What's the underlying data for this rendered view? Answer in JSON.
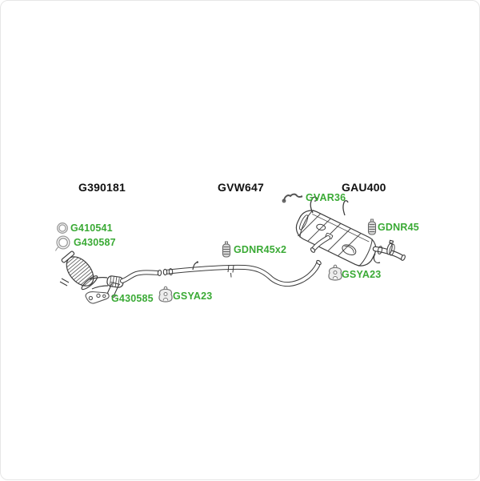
{
  "diagram": {
    "type": "exhaust-system-parts-diagram",
    "sections": {
      "front": {
        "heading": "G390181",
        "parts": {
          "gasket_small": "G410541",
          "gasket_large": "G430587",
          "flange_gasket": "G430585"
        }
      },
      "middle": {
        "heading": "GVW647",
        "parts": {
          "hanger": "GSYA23",
          "clamp": "GDNR45x2"
        }
      },
      "rear": {
        "heading": "GAU400",
        "parts": {
          "strap": "GVAR36",
          "clamp": "GDNR45",
          "hanger": "GSYA23"
        }
      }
    },
    "icons": {
      "gasket_small": "ring-gasket-icon",
      "gasket_large": "open-ring-gasket-icon",
      "flange_gasket": "flange-gasket-drawing",
      "hanger": "rubber-hanger-icon",
      "clamp": "pipe-clamp-icon",
      "strap": "hanger-hook-icon"
    },
    "colors": {
      "background": "#ffffff",
      "part_link_green": "#3aaa35",
      "heading_text": "#111111",
      "line_art": "#3d3d3d",
      "icon_gray": "#8a8a8a"
    }
  }
}
